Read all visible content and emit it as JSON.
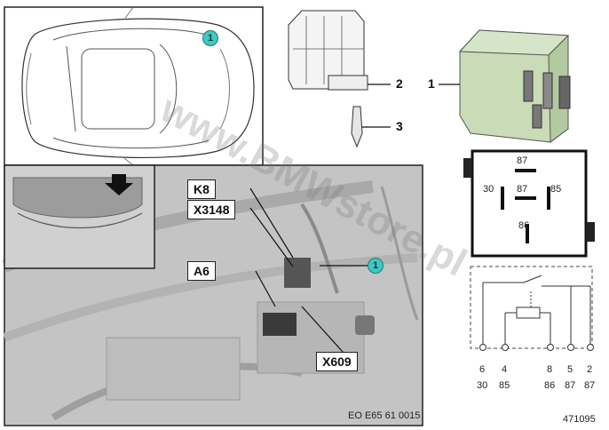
{
  "callout": "1",
  "parts": {
    "p1": "1",
    "p2": "2",
    "p3": "3"
  },
  "labels": {
    "k8": "K8",
    "x3148": "X3148",
    "a6": "A6",
    "x609": "X609"
  },
  "relay_pins": {
    "top": "87",
    "center": "87",
    "left": "30",
    "right": "85",
    "bottom": "86"
  },
  "schematic": {
    "terminals": [
      "6",
      "4",
      "8",
      "5",
      "2"
    ],
    "functions": [
      "30",
      "85",
      "86",
      "87",
      "87"
    ]
  },
  "photo_code": "EO E65 61 0015",
  "diagram_id": "471095",
  "watermark": "www.BMWstore.pl",
  "colors": {
    "marker": "#3fc9c0",
    "relay_body": "#c9dbb7"
  }
}
